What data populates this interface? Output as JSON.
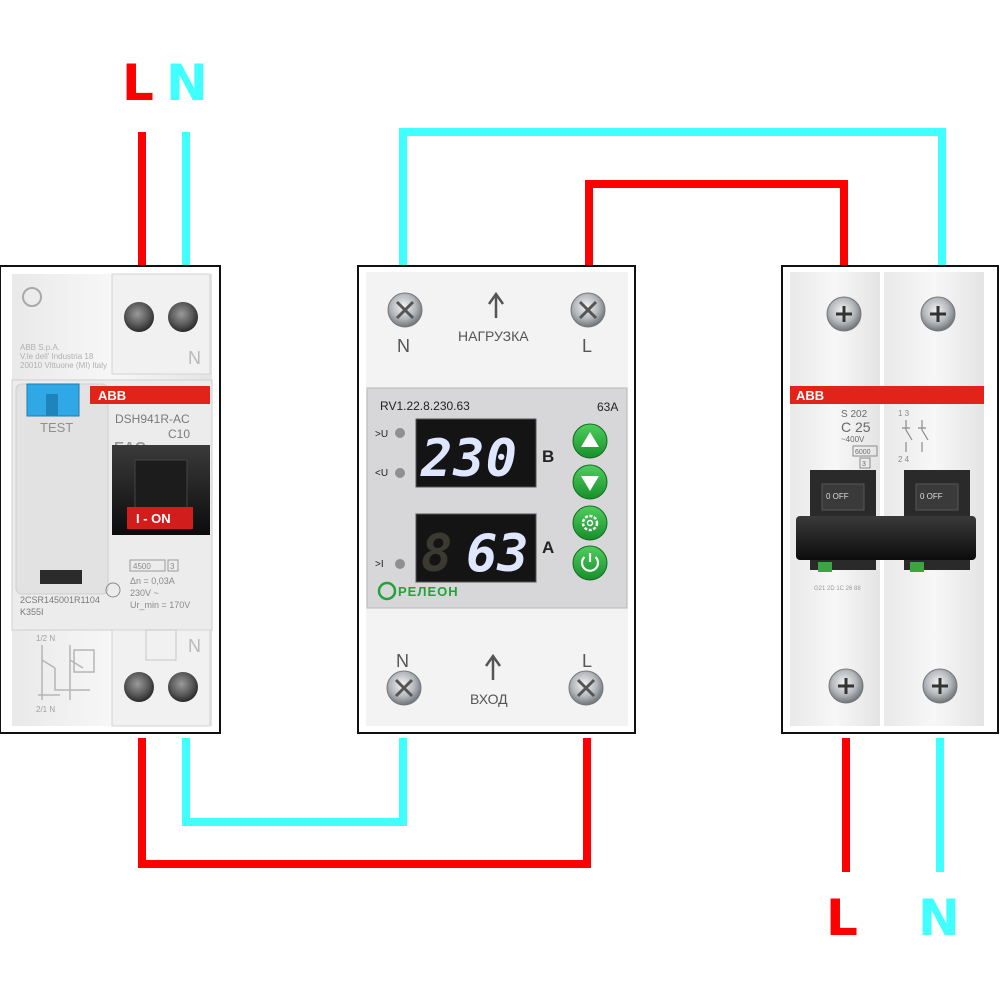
{
  "colors": {
    "line": "#ff0000",
    "neutral": "#40ffff",
    "abb_red": "#e2231a",
    "display_text": "#dfe6ff",
    "button_green": "#22a336"
  },
  "labels": {
    "top_left_L": "L",
    "top_left_N": "N",
    "bottom_right_L": "L",
    "bottom_right_N": "N"
  },
  "rcbo": {
    "brand": "ABB",
    "model": "DSH941R-AC",
    "rating": "C10",
    "test_label": "TEST",
    "lever_state": "I - ON",
    "maker_line1": "ABB S.p.A.",
    "maker_line2": "V.le dell' Industria 18",
    "maker_line3": "20010 Vittuone (MI) Italy",
    "breaking_capacity": "4500",
    "class_mark": "3",
    "rated_residual": "Δn = 0,03A",
    "voltage": "230V ~",
    "min_voltage": "Ur_min = 170V",
    "part_number": "2CSR145001R1104",
    "code": "K355I",
    "terminal_top": "N",
    "terminal_bottom": "N",
    "diagram_top": "1/2   N",
    "diagram_bottom": "2/1   N"
  },
  "relay": {
    "model": "RV1.22.8.230.63",
    "current_rating": "63A",
    "top_label": "НАГРУЗКА",
    "bottom_label": "ВХОД",
    "top_N": "N",
    "top_L": "L",
    "bottom_N": "N",
    "bottom_L": "L",
    "voltage_value": "230",
    "voltage_unit": "В",
    "current_value": "63",
    "current_dim_digit": "8",
    "current_unit": "А",
    "indicator_over_u": ">U",
    "indicator_under_u": "<U",
    "indicator_over_i": ">I",
    "brand": "РЕЛЕОН"
  },
  "mcb": {
    "brand": "ABB",
    "series": "S 202",
    "rating": "C 25",
    "voltage": "~400V",
    "breaking_capacity": "6000",
    "class_mark": "3",
    "lever_left": "0 OFF",
    "lever_right": "0 OFF",
    "pole_top": "1   3",
    "pole_bottom": "2   4",
    "bottom_code": "G21  2D  1C  26  88"
  }
}
